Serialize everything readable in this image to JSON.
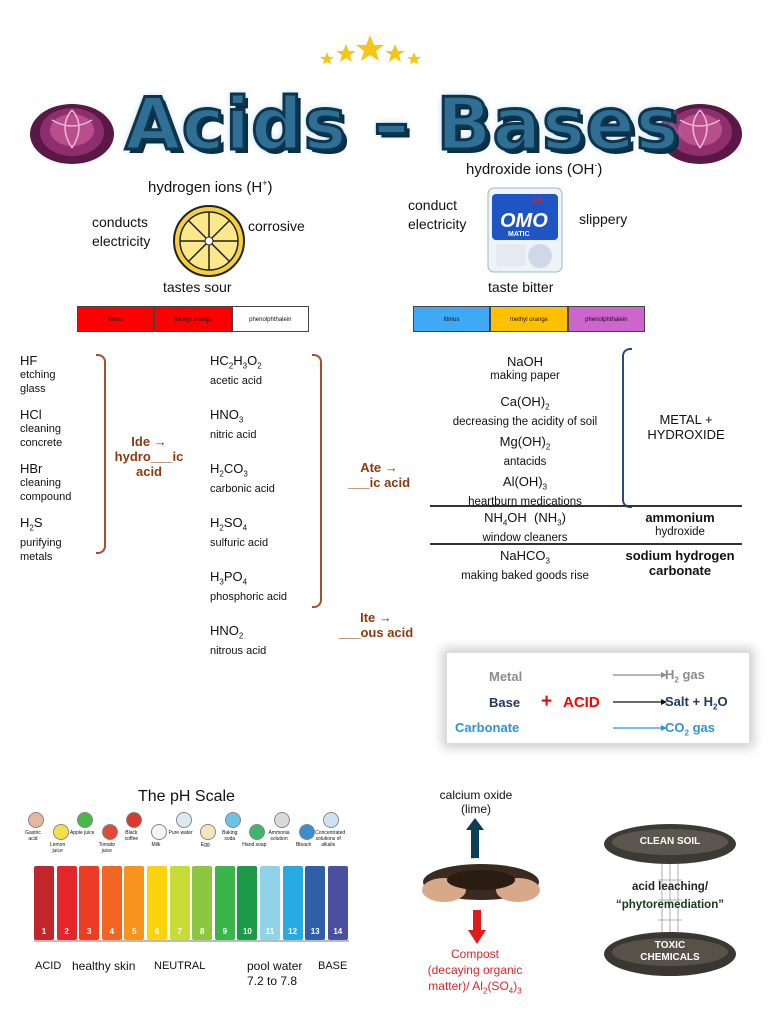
{
  "title": "Acids – Bases",
  "acid": {
    "ion_label": "hydrogen ions (H",
    "ion_sup": "+",
    "ion_end": ")",
    "prop_conduct_1": "conducts",
    "prop_conduct_2": "electricity",
    "prop_corrosive": "corrosive",
    "prop_taste": "tastes sour",
    "indicators": [
      {
        "label": "litmus",
        "color": "#ff0000"
      },
      {
        "label": "methyl orange",
        "color": "#ff0000"
      },
      {
        "label": "phenolphthalein",
        "color": "#ffffff"
      }
    ],
    "binary": [
      {
        "formula": "HF",
        "use1": "etching",
        "use2": "glass"
      },
      {
        "formula": "HCl",
        "use1": "cleaning",
        "use2": "concrete"
      },
      {
        "formula": "HBr",
        "use1": "cleaning",
        "use2": "compound"
      },
      {
        "formula": "H",
        "sub": "2",
        "formula_end": "S",
        "use1": "purifying",
        "use2": "metals"
      }
    ],
    "ide_rule": [
      "Ide →",
      "hydro___ic",
      "acid"
    ],
    "oxy": [
      {
        "html": "HC<sub>2</sub>H<sub>3</sub>O<sub>2</sub>",
        "formula": "HC2H3O2",
        "name": "acetic acid"
      },
      {
        "html": "HNO<sub>3</sub>",
        "formula": "HNO3",
        "name": "nitric acid"
      },
      {
        "html": "H<sub>2</sub>CO<sub>3</sub>",
        "formula": "H2CO3",
        "name": "carbonic acid"
      },
      {
        "html": "H<sub>2</sub>SO<sub>4</sub>",
        "formula": "H2SO4",
        "name": "sulfuric acid"
      },
      {
        "html": "H<sub>3</sub>PO<sub>4</sub>",
        "formula": "H3PO4",
        "name": "phosphoric acid"
      },
      {
        "html": "HNO<sub>2</sub>",
        "formula": "HNO2",
        "name": "nitrous acid"
      }
    ],
    "ate_rule": [
      "Ate →",
      "___ic acid"
    ],
    "ite_rule": [
      "Ite →",
      "___ous acid"
    ]
  },
  "base": {
    "ion_label": "hydroxide ions (OH",
    "ion_sup": "-",
    "ion_end": ")",
    "prop_conduct_1": "conduct",
    "prop_conduct_2": "electricity",
    "prop_slippery": "slippery",
    "prop_taste": "taste bitter",
    "product_brand": "OMO",
    "product_sub": "MATIC",
    "product_badge": "3X",
    "indicators": [
      {
        "label": "litmus",
        "color": "#3fa9f5"
      },
      {
        "label": "methyl orange",
        "color": "#ffc000"
      },
      {
        "label": "phenolphthalein",
        "color": "#cc66cc"
      }
    ],
    "hydroxides": [
      {
        "formula": "NaOH",
        "use": "making paper"
      },
      {
        "formula": "Ca(OH)2",
        "use": "decreasing the acidity of soil"
      },
      {
        "formula": "Mg(OH)2",
        "use": "antacids"
      },
      {
        "formula": "Al(OH)3",
        "use": "heartburn medications"
      }
    ],
    "metal_hydroxide": [
      "METAL +",
      "HYDROXIDE"
    ],
    "ammonium": {
      "formula": "NH4OH  (NH3)",
      "use": "window cleaners",
      "type1": "ammonium",
      "type2": "hydroxide"
    },
    "carbonate": {
      "formula": "NaHCO3",
      "use": "making baked goods rise",
      "type1": "sodium hydrogen",
      "type2": "carbonate"
    }
  },
  "reactions": {
    "metal": "Metal",
    "base": "Base",
    "carbonate": "Carbonate",
    "plus": "+",
    "acid": "ACID",
    "h2": "H2 gas",
    "salt": "Salt + H2O",
    "co2": "CO2 gas",
    "colors": {
      "metal": "#8c8c8c",
      "base": "#1f3864",
      "carbonate": "#2e95d3",
      "acid": "#ff0000"
    }
  },
  "ph_scale": {
    "title": "The pH Scale",
    "numbers": [
      "1",
      "2",
      "3",
      "4",
      "5",
      "6",
      "7",
      "8",
      "9",
      "10",
      "11",
      "12",
      "13",
      "14"
    ],
    "colors": [
      "#c0272d",
      "#e3262b",
      "#ee3b24",
      "#f26522",
      "#f7941d",
      "#fbd30c",
      "#c8dc36",
      "#8dc63f",
      "#39b54a",
      "#1c9a48",
      "#8fd3e8",
      "#29a9e1",
      "#2f5fa7",
      "#4a4fa0"
    ],
    "items": [
      "Gastric acid",
      "Lemon juice",
      "Apple juice",
      "Tomato juice",
      "Black coffee",
      "Milk",
      "Pure water",
      "Egg",
      "Baking soda",
      "Hand soap",
      "Ammonia solution",
      "Bleach",
      "Concentrated solutions of alkalis"
    ],
    "acid_label": "ACID",
    "skin_label": "healthy skin",
    "neutral_label": "NEUTRAL",
    "pool_label_1": "pool water",
    "pool_label_2": "7.2 to 7.8",
    "base_label": "BASE"
  },
  "soil": {
    "lime_1": "calcium oxide",
    "lime_2": "(lime)",
    "compost_1": "Compost",
    "compost_2": "(decaying organic",
    "compost_3": "matter)/ Al",
    "compost_sub": "2",
    "compost_4": "(SO",
    "compost_sub2": "4",
    "compost_5": ")",
    "compost_sub3": "3",
    "clean": "CLEAN SOIL",
    "toxic_1": "TOXIC",
    "toxic_2": "CHEMICALS",
    "leach_1": "acid leaching/",
    "leach_2": "“phytoremediation”"
  }
}
